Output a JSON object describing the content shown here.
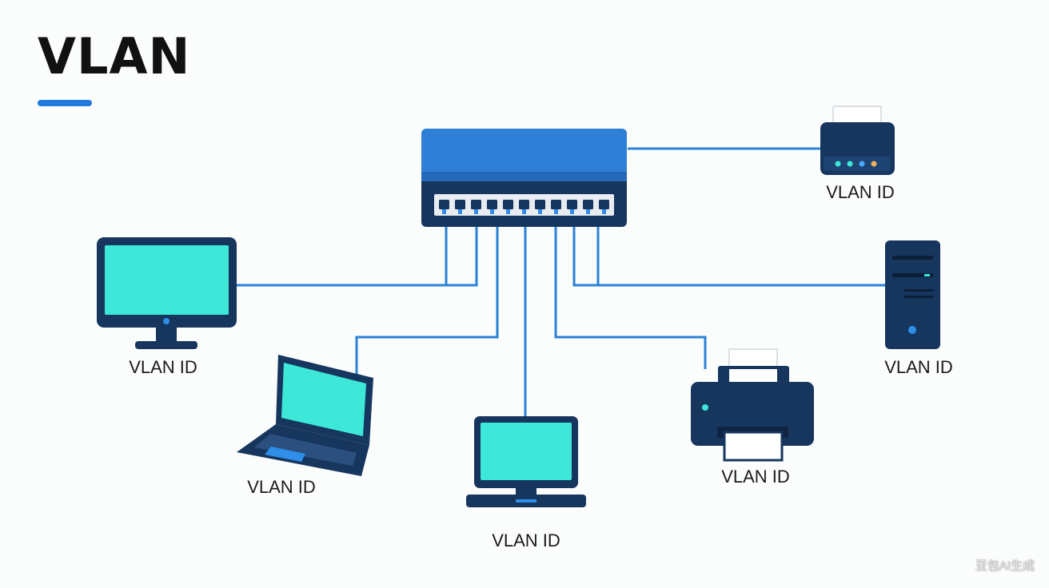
{
  "title": "VLAN",
  "colors": {
    "accent": "#1f7ae0",
    "switch_body": "#2f7fd6",
    "device_dark": "#16365e",
    "screen": "#3de8d8",
    "cable": "#2a82d6"
  },
  "devices": {
    "switch": {
      "icon": "network-switch-icon"
    },
    "router": {
      "icon": "router-icon",
      "label": "VLAN ID"
    },
    "monitor": {
      "icon": "monitor-icon",
      "label": "VLAN ID"
    },
    "laptop": {
      "icon": "laptop-icon",
      "label": "VLAN ID"
    },
    "small_monitor": {
      "icon": "small-monitor-icon",
      "label": "VLAN ID"
    },
    "printer": {
      "icon": "printer-icon",
      "label": "VLAN ID"
    },
    "server": {
      "icon": "tower-server-icon",
      "label": "VLAN ID"
    }
  },
  "watermark": "豆包AI生成"
}
